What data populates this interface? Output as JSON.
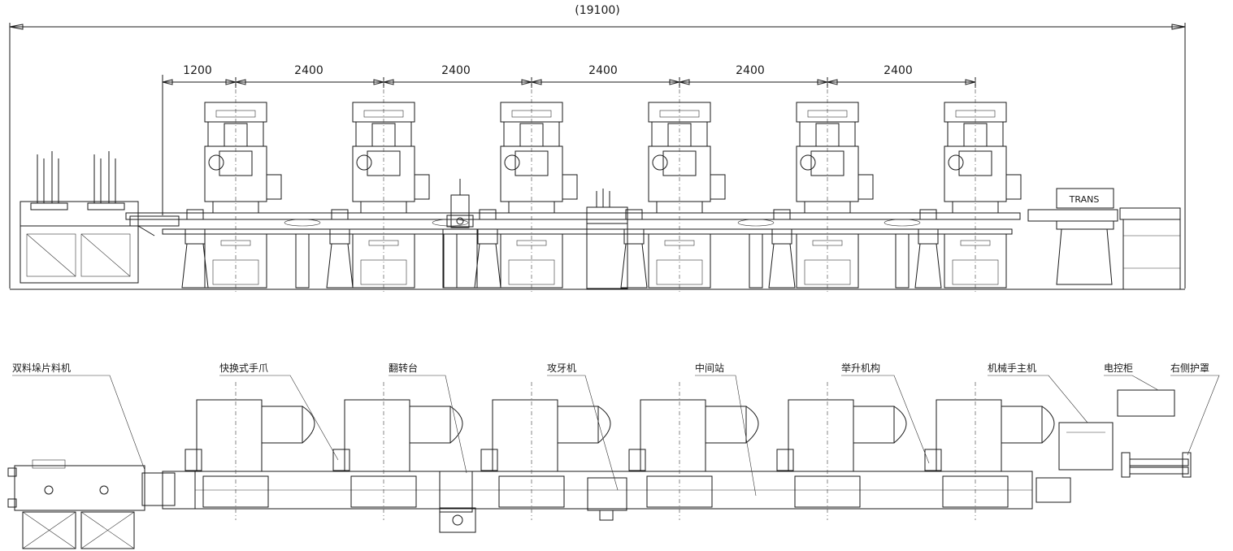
{
  "dimensions": {
    "overall": "(19100)",
    "segments": [
      "1200",
      "2400",
      "2400",
      "2400",
      "2400",
      "2400"
    ]
  },
  "front_view": {
    "trans_label": "TRANS"
  },
  "plan_view": {
    "labels": [
      "双料垛片料机",
      "快换式手爪",
      "翻转台",
      "攻牙机",
      "中间站",
      "举升机构",
      "机械手主机",
      "电控柜",
      "右侧护罩"
    ]
  }
}
